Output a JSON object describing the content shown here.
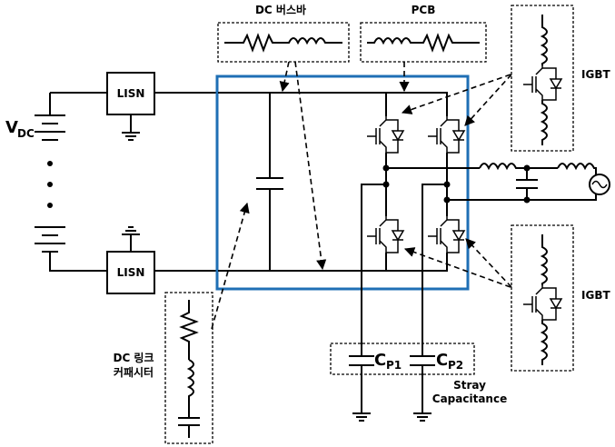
{
  "labels": {
    "busbar": "DC 버스바",
    "pcb": "PCB",
    "igbt_top": "IGBT",
    "igbt_bottom": "IGBT",
    "lisn_top": "LISN",
    "lisn_bottom": "LISN",
    "vdc_main": "V",
    "vdc_sub": "DC",
    "cp1_main": "C",
    "cp1_sub": "P1",
    "cp2_main": "C",
    "cp2_sub": "P2",
    "stray_line1": "Stray",
    "stray_line2": "Capacitance",
    "dclink_line1": "DC 링크",
    "dclink_line2": "커패시터"
  },
  "colors": {
    "module_border": "#1f6fb5",
    "wire": "#000000"
  }
}
